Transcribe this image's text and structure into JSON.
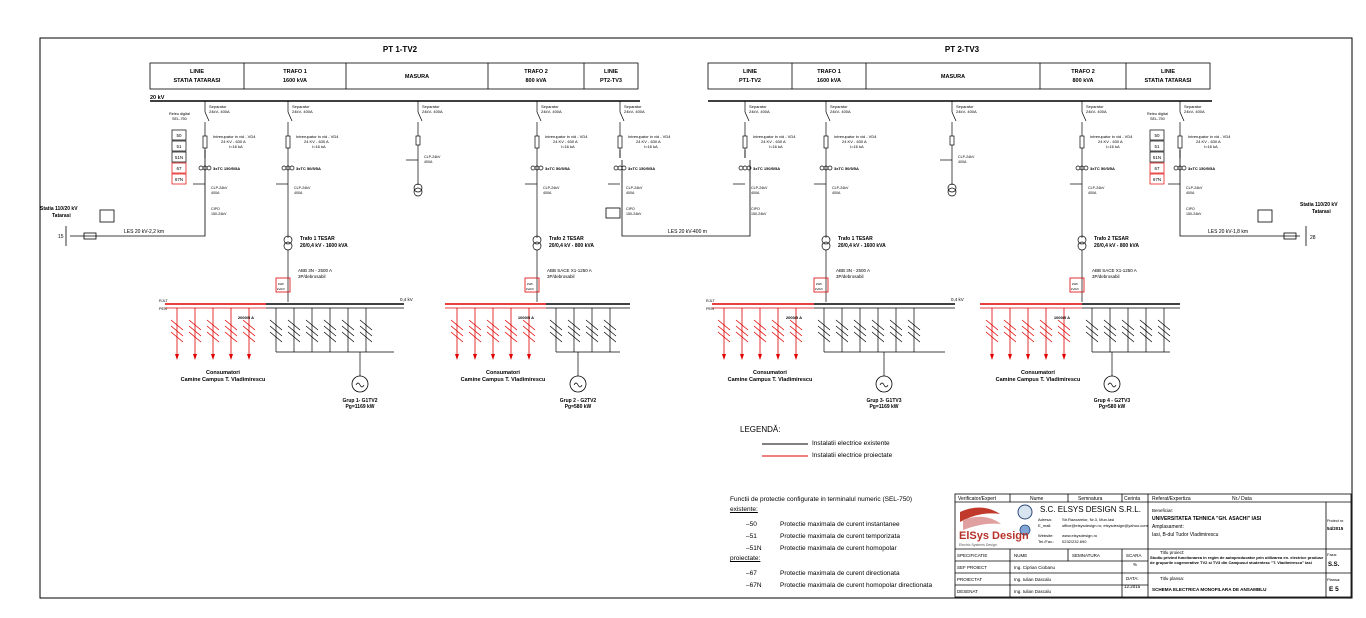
{
  "stations": [
    {
      "title": "PT 1-TV2",
      "cells": [
        "LINIE",
        "STATIA TATARASI",
        "TRAFO 1",
        "1600 kVA",
        "MASURA",
        "TRAFO 2",
        "800 kVA",
        "LINIE",
        "PT2-TV3"
      ]
    },
    {
      "title": "PT 2-TV3",
      "cells": [
        "LINIE",
        "PT1-TV2",
        "TRAFO 1",
        "1600 kVA",
        "MASURA",
        "TRAFO 2",
        "800 kVA",
        "LINIE",
        "STATIA TATARASI"
      ]
    }
  ],
  "labels": {
    "bus_20kv": "20 kV",
    "bus_04kv": "0,4 kV",
    "rjlt": "RJLT",
    "pen": "PEN",
    "statia_left": [
      "Statia 110/20 kV",
      "Tatarasi"
    ],
    "statia_right": [
      "Statia 110/20 kV",
      "Tatarasi"
    ],
    "les_left": "LES 20 kV-2,2 km",
    "les_mid": "LES 20 kV-400 m",
    "les_right": "LES 20 kV-1,8 km",
    "cell_left": "15",
    "cell_right": "28",
    "releu": [
      "Releu digital",
      "SEL-750"
    ],
    "relay_codes": [
      "50",
      "51",
      "51N",
      "67",
      "67N"
    ],
    "separator": [
      "Separator",
      "24kV- 400A"
    ],
    "intrerupator": [
      "Intrerupator in vid - VD4",
      "24 KV - 630 A",
      "I=16 kA"
    ],
    "tc_line": "3xTC 150/5/5A",
    "tc_trafo": "3xTC 50/5/5A",
    "clp": [
      "CLP-24kV",
      "400A"
    ],
    "cipo": [
      "CIPO",
      "150-24kV"
    ],
    "trafo1": [
      "Trafo 1 TESAR",
      "20/0,4 kV - 1600 kVA"
    ],
    "trafo2": [
      "Trafo 2 TESAR",
      "20/0,4 kV - 800 kVA"
    ],
    "abb1": [
      "ABB 3N - 2500 A",
      "3P/debrosabil"
    ],
    "abb2": [
      "ABB SACE X1-1250 A",
      "3P/debrosabil"
    ],
    "tc_2000": "2000/5 A",
    "tc_1000": "1000/5 A",
    "consumatori": [
      "Consumatori",
      "Camine Campus T. Vladimirescu"
    ],
    "grup1": [
      "Grup 1- G1TV2",
      "Pg=1169 kW"
    ],
    "grup2": [
      "Grup 2 - G2TV2",
      "Pg=580 kW"
    ],
    "grup3": [
      "Grup 3- G1TV3",
      "Pg=1169 kW"
    ],
    "grup4": [
      "Grup 4 - G2TV3",
      "Pg=580 kW"
    ],
    "meter": [
      "kWh",
      "kVArh"
    ]
  },
  "legend": {
    "title": "LEGENDĂ:",
    "existing": "Instalatii electrice existente",
    "projected": "Instalatii electrice proiectate",
    "functions_title": "Functii de protectie configurate in terminalul numeric (SEL-750)",
    "existente": "existente:",
    "proiectate": "proiectate:",
    "items_existing": [
      {
        "code": "–50",
        "text": "Protectie maximala de curent instantanee"
      },
      {
        "code": "–51",
        "text": "Protectie maximala de curent temporizata"
      },
      {
        "code": "–51N",
        "text": "Protectie maximala de curent homopolar"
      }
    ],
    "items_projected": [
      {
        "code": "–67",
        "text": "Protectie maximala de curent directionata"
      },
      {
        "code": "–67N",
        "text": "Protectie maximala de curent homopolar directionata"
      }
    ]
  },
  "titleblock": {
    "verificator": "Verificator/Expert",
    "nume": "Nume",
    "semnatura": "Semnatura",
    "cerinta": "Cerinta",
    "referat": "Referat/Expertiza",
    "nr_data": "Nr./ Data",
    "company": "S.C. ELSYS DESIGN S.R.L.",
    "logo": "ElSys Design",
    "logo_sub": "Electric Systems Design",
    "adresa_lbl": "Adresa:",
    "adresa": "Str.Razoarelor, Nr.3, Mun.Iasi",
    "email_lbl": "E_mail:",
    "email": "office@elsysdesign.ro; elsysdesign@yahoo.com",
    "web_lbl": "Website:",
    "web": "www.elsysdesign.ro",
    "tel_lbl": "Tel./Fax.:",
    "tel": "0232/232.690",
    "beneficiar_lbl": "Beneficiar:",
    "beneficiar": "UNIVERSITATEA TEHNICA \"GH. ASACHI\" IASI",
    "amplasament_lbl": "Amplasament:",
    "amplasament": "Iasi, B-dul Tudor Vladimirescu",
    "proiect_nr_lbl": "Proiect nr.",
    "proiect_nr": "54/2015",
    "specificatie": "SPECIFICATIE",
    "nume2": "NUME",
    "semnatura2": "SEMNATURA",
    "scara": "SCARA",
    "scara_val": "%",
    "titlu_proiect_lbl": "Titlu proiect:",
    "titlu_proiect": "Studiu privind functionarea in regim de autoproducator prin utilizarea en. electrice produse de grupurile cogenerative TV2 si TV3 din Campusul studentesc \"T. Vladimirescu\" Iasi",
    "faza_lbl": "Faza:",
    "faza": "S.S.",
    "sef_proiect": "SEF PROIECT",
    "sef_nume": "Ing. Ciprian Ciobanu",
    "proiectat": "PROIECTAT",
    "proiectat_nume": "Ing. Iulian Dascalu",
    "data_lbl": "DATA:",
    "data": "12.2015",
    "titlu_plansa_lbl": "Titlu plansa:",
    "titlu_plansa": "SCHEMA ELECTRICA MONOFILARA DE ANSAMBLU",
    "plansa_lbl": "Plansa:",
    "plansa": "E 5",
    "desenat": "DESENAT",
    "desenat_nume": "Ing. Iulian Dascalu"
  }
}
